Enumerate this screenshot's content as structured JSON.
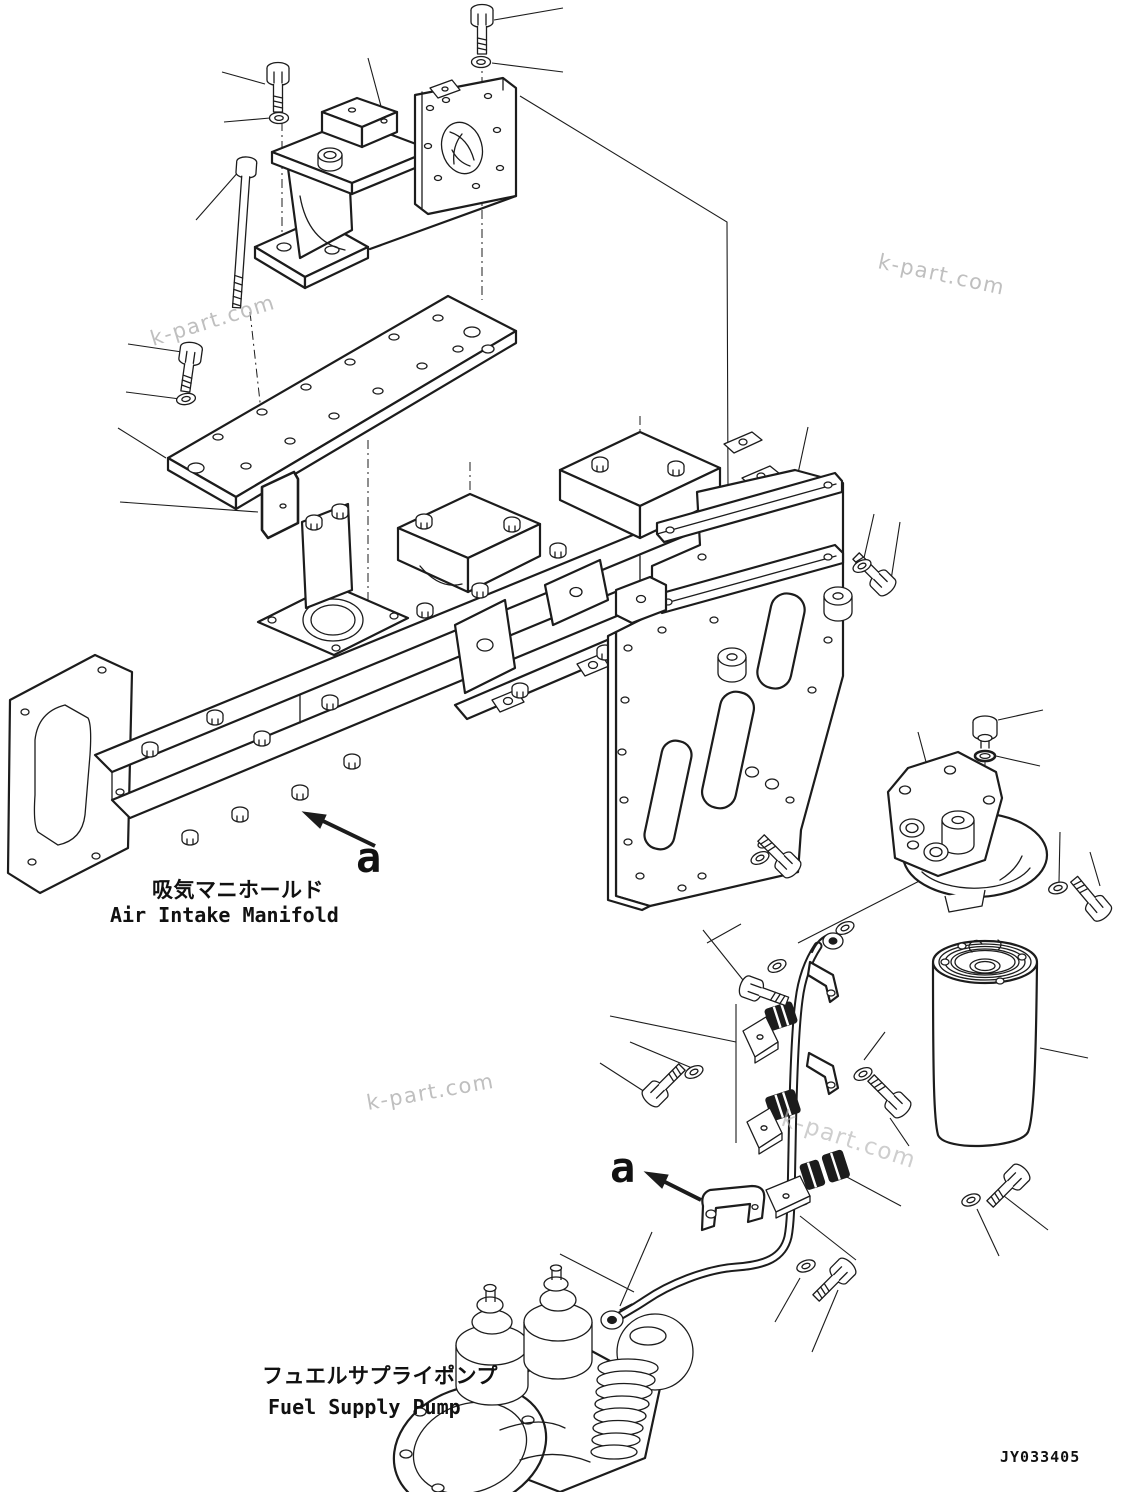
{
  "page": {
    "background": "#ffffff",
    "line_color": "#1c1c1c",
    "watermark_color": "#b4b4b4"
  },
  "labels": {
    "air_intake_manifold_jp": "吸気マニホールド",
    "air_intake_manifold_en": "Air Intake Manifold",
    "fuel_supply_pump_jp": "フュエルサプライポンプ",
    "fuel_supply_pump_en": "Fuel Supply Pump",
    "view_label_a": "a",
    "drawing_number": "JY033405",
    "watermark": "k-part.com"
  }
}
